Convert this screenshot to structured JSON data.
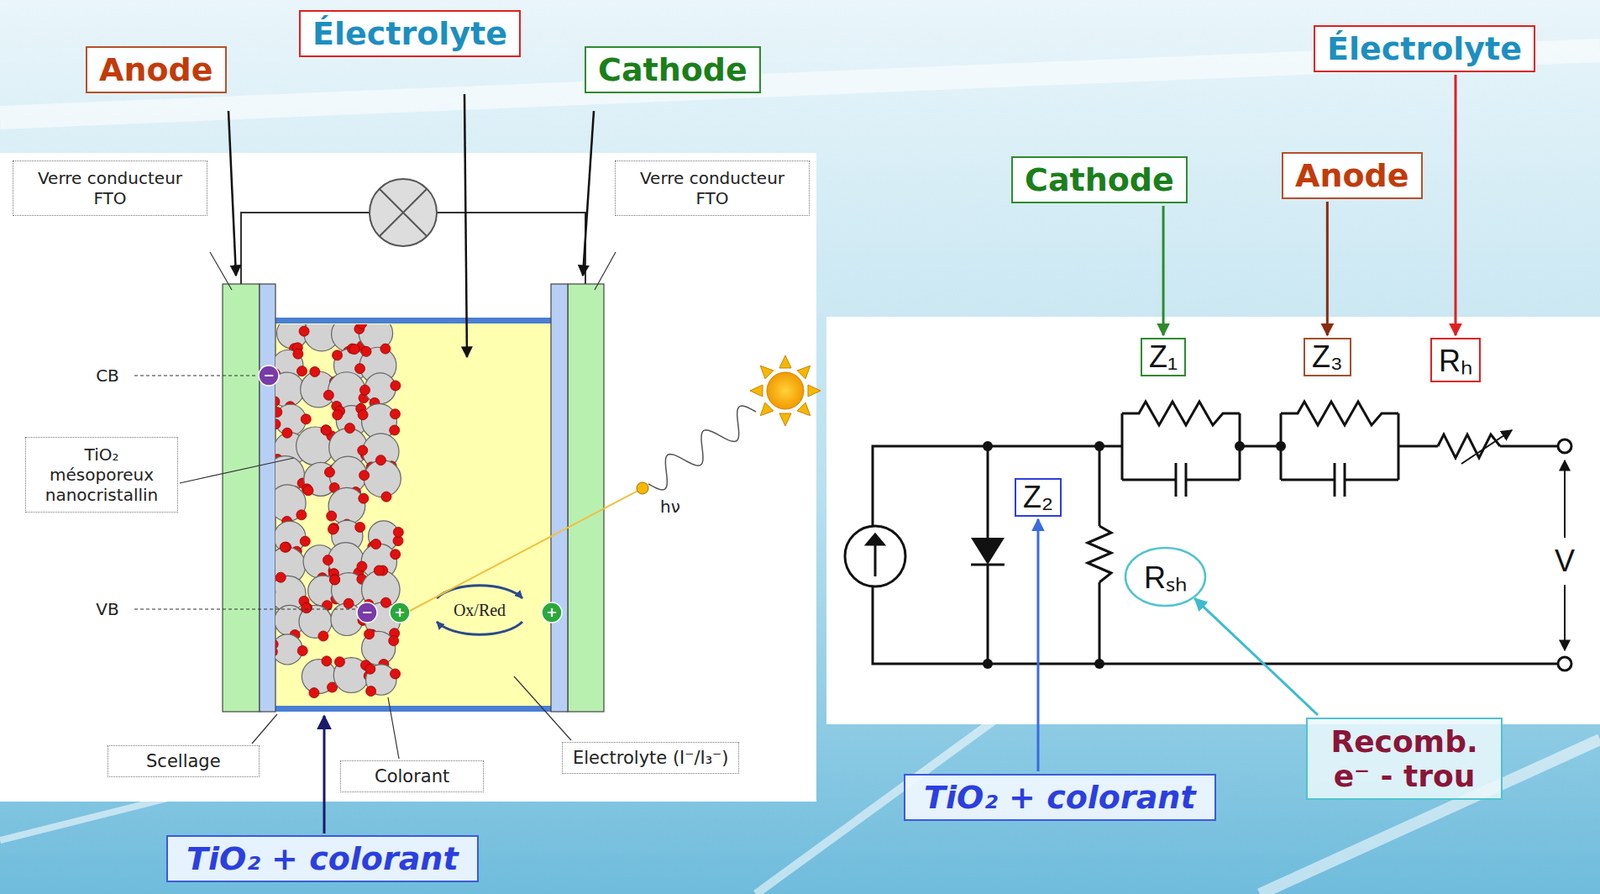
{
  "diagram": {
    "nodes": [
      {
        "text": [
          "Anode"
        ]
      },
      {
        "text": [
          "Électrolyte"
        ]
      },
      {
        "text": [
          "Cathode"
        ]
      },
      {
        "text": [
          "Électrolyte"
        ]
      },
      {
        "text": [
          "Cathode"
        ]
      },
      {
        "text": [
          "Anode"
        ]
      },
      {
        "text": [
          "Verre conducteur FTO"
        ]
      },
      {
        "text": [
          "Verre conducteur FTO"
        ]
      },
      {
        "text": [
          "Z₁"
        ]
      },
      {
        "text": [
          "Z₃"
        ]
      },
      {
        "text": [
          "Rₕ"
        ]
      },
      {
        "text": [
          "TiO₂ mésoporeux nanocristallin"
        ]
      },
      {
        "text": [
          "Z₂"
        ]
      },
      {
        "text": [
          "Rₛₕ"
        ]
      },
      {
        "text": [
          "Scellage"
        ]
      },
      {
        "text": [
          "Electrolyte (I⁻/I₃⁻)"
        ]
      },
      {
        "text": [
          "Colorant"
        ]
      },
      {
        "text": [
          "Recomb. e⁻ - trou"
        ]
      },
      {
        "text": [
          "TiO₂ + colorant"
        ]
      },
      {
        "text": [
          "TiO₂ + colorant"
        ]
      }
    ],
    "edges": [
      {
        "from": 4,
        "to": 8,
        "arrow": "to"
      },
      {
        "from": 5,
        "to": 9,
        "arrow": "to"
      },
      {
        "from": 3,
        "to": 10,
        "arrow": "to"
      },
      {
        "from": 18,
        "to": 12,
        "arrow": "to"
      },
      {
        "from": 17,
        "to": 13,
        "arrow": "to"
      }
    ],
    "labels": [
      "CB",
      "VB",
      "hν",
      "Ox/Red",
      "V",
      "−",
      "−",
      "+",
      "+"
    ]
  }
}
